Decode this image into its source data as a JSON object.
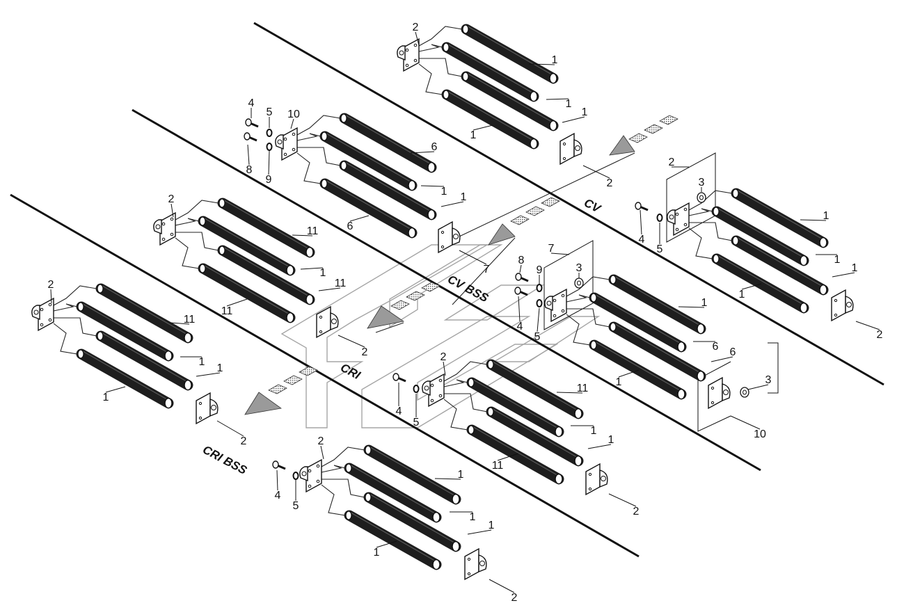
{
  "sections": {
    "cv": "CV",
    "cv_bss": "CV BSS",
    "cri": "CRI",
    "cri_bss": "CRI BSS"
  },
  "labels": {
    "p1": "1",
    "p2": "2",
    "p3": "3",
    "p4": "4",
    "p5": "5",
    "p6": "6",
    "p7": "7",
    "p8": "8",
    "p9": "9",
    "p10": "10",
    "p11": "11"
  },
  "colors": {
    "line": "#111111",
    "roller": "#1e1e1e",
    "arrow": "#9a9a9a",
    "watermark": "#9c9c9c"
  }
}
